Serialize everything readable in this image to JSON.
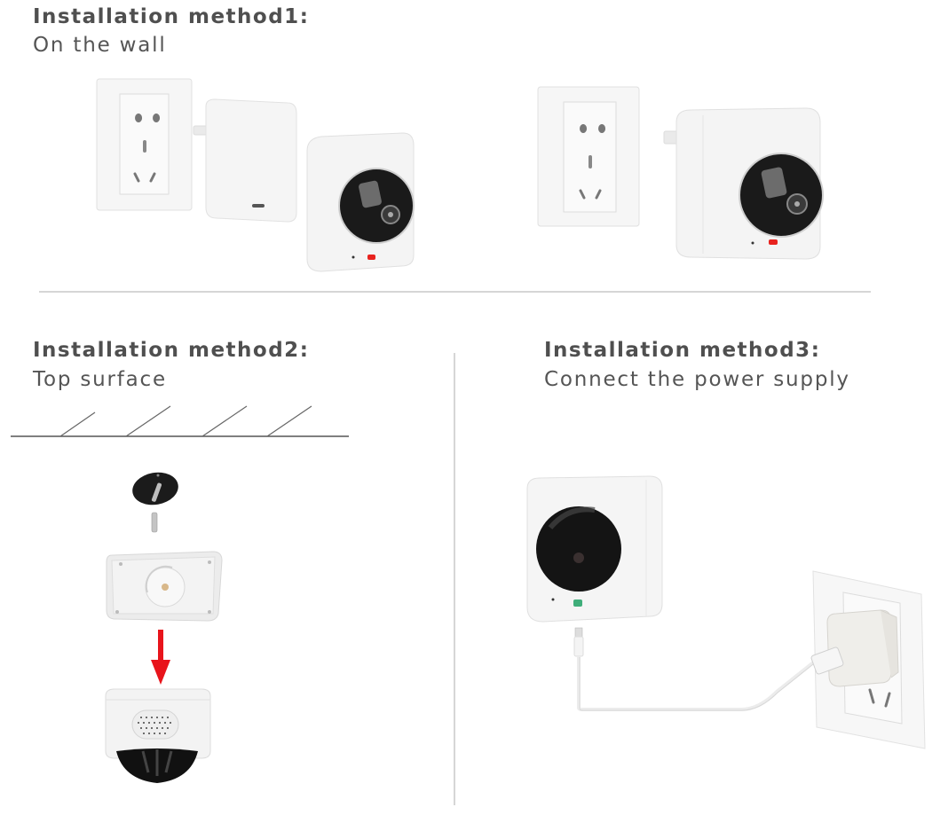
{
  "section1": {
    "title": "Installation method1:",
    "subtitle": "On the wall",
    "illustrations": [
      {
        "name": "wall-socket",
        "description": "Chinese wall power socket panel"
      },
      {
        "name": "power-adapter",
        "description": "white plug-in adapter base with USB port"
      },
      {
        "name": "camera",
        "description": "white cube panoramic camera, red LED"
      },
      {
        "name": "wall-socket-assembled",
        "description": "wall socket"
      },
      {
        "name": "camera-assembled",
        "description": "camera attached to plug-in adapter"
      }
    ]
  },
  "section2": {
    "title": "Installation method2:",
    "subtitle": "Top surface",
    "illustrations": [
      {
        "name": "ceiling-surface",
        "description": "ceiling line with hatch marks"
      },
      {
        "name": "mounting-disc",
        "description": "black mounting disc with screw"
      },
      {
        "name": "mounting-base",
        "description": "white square mounting base"
      },
      {
        "name": "down-arrow",
        "description": "red arrow pointing down"
      },
      {
        "name": "camera-inverted",
        "description": "camera mounted upside down"
      }
    ]
  },
  "section3": {
    "title": "Installation method3:",
    "subtitle": "Connect the power supply",
    "illustrations": [
      {
        "name": "camera",
        "description": "white cube camera with green LED"
      },
      {
        "name": "usb-cable",
        "description": "white micro USB cable"
      },
      {
        "name": "usb-charger",
        "description": "USB power adapter plugged into wall socket"
      }
    ]
  },
  "colors": {
    "text": "#4f4f4f",
    "divider": "#d6d6d6",
    "arrow": "#e8141b",
    "led_red": "#e8231f",
    "led_green": "#3fae7a",
    "lens": "#111111",
    "device_white": "#f4f4f4"
  }
}
